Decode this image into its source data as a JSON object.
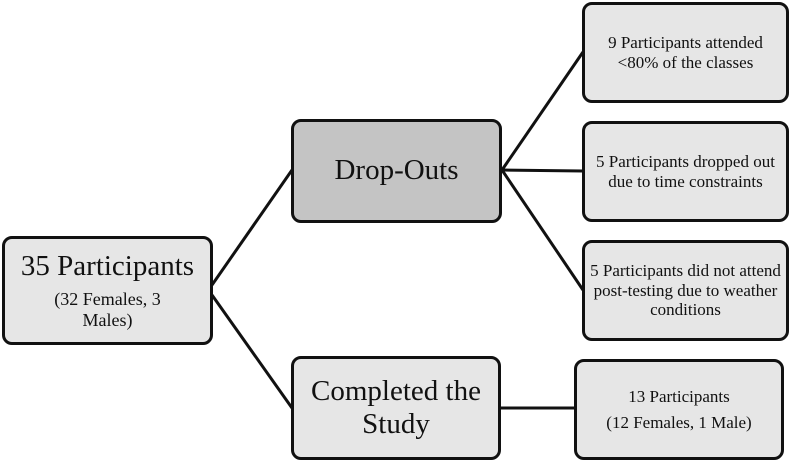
{
  "root": {
    "title": "35 Participants",
    "subtitle": "(32 Females, 3 Males)"
  },
  "dropouts": {
    "label": "Drop-Outs",
    "reasons": [
      "9 Participants attended <80% of the classes",
      "5 Participants dropped out due to time constraints",
      "5 Participants did not attend post-testing due to weather conditions"
    ]
  },
  "completed": {
    "label": "Completed the Study",
    "result_title": "13 Participants",
    "result_subtitle": "(12 Females, 1 Male)"
  },
  "colors": {
    "box_fill": "#e6e6e6",
    "box_fill_dark": "#c4c4c4",
    "stroke": "#111111"
  }
}
